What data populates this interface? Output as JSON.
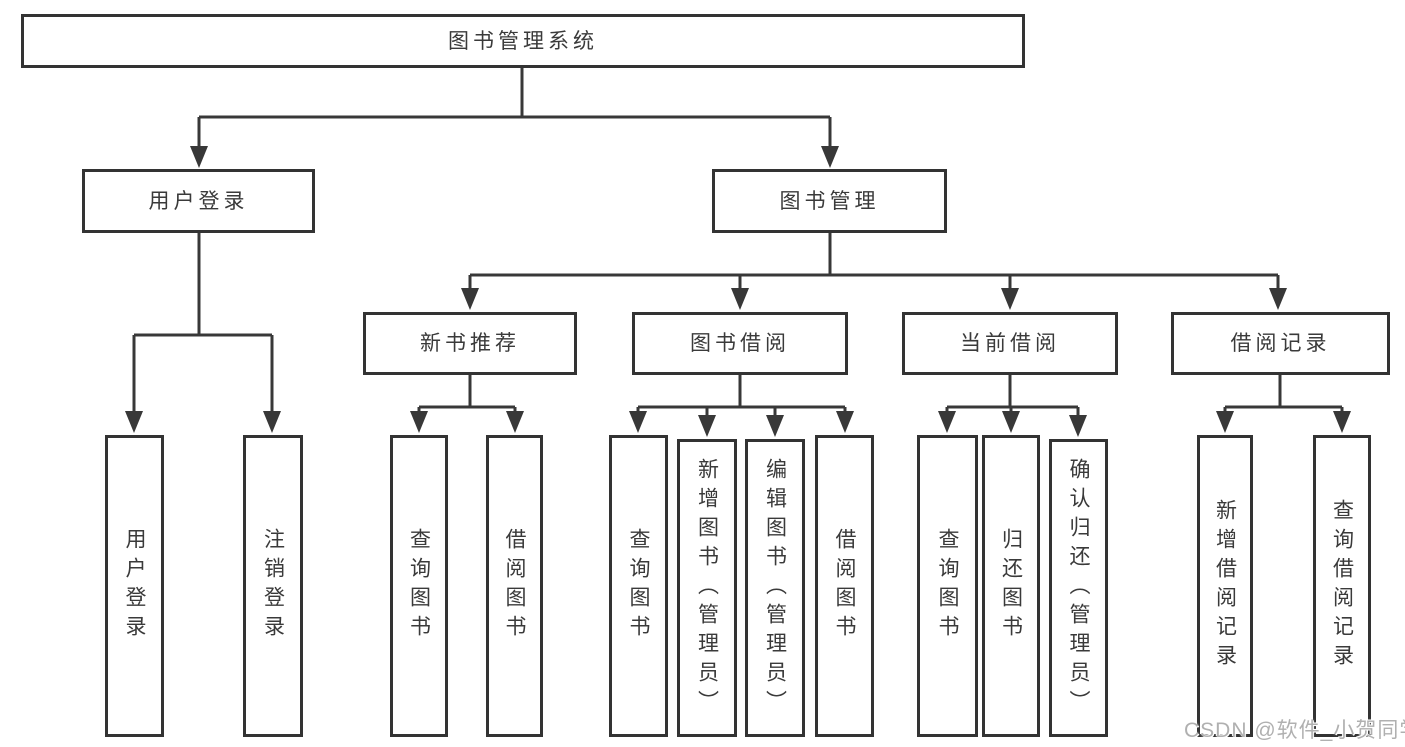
{
  "watermark": "CSDN @软件_小贺同学",
  "colors": {
    "line": "#383838",
    "border": "#333333",
    "text": "#3a3a3a",
    "watermark": "#b0b0b0"
  },
  "root": {
    "label": "图书管理系统",
    "children": [
      {
        "label": "用户登录",
        "children": [
          {
            "label": "用户登录"
          },
          {
            "label": "注销登录"
          }
        ]
      },
      {
        "label": "图书管理",
        "children": [
          {
            "label": "新书推荐",
            "children": [
              {
                "label": "查询图书"
              },
              {
                "label": "借阅图书"
              }
            ]
          },
          {
            "label": "图书借阅",
            "children": [
              {
                "label": "查询图书"
              },
              {
                "label": "新增图书（管理员）"
              },
              {
                "label": "编辑图书（管理员）"
              },
              {
                "label": "借阅图书"
              }
            ]
          },
          {
            "label": "当前借阅",
            "children": [
              {
                "label": "查询图书"
              },
              {
                "label": "归还图书"
              },
              {
                "label": "确认归还（管理员）"
              }
            ]
          },
          {
            "label": "借阅记录",
            "children": [
              {
                "label": "新增借阅记录"
              },
              {
                "label": "查询借阅记录"
              }
            ]
          }
        ]
      }
    ]
  }
}
